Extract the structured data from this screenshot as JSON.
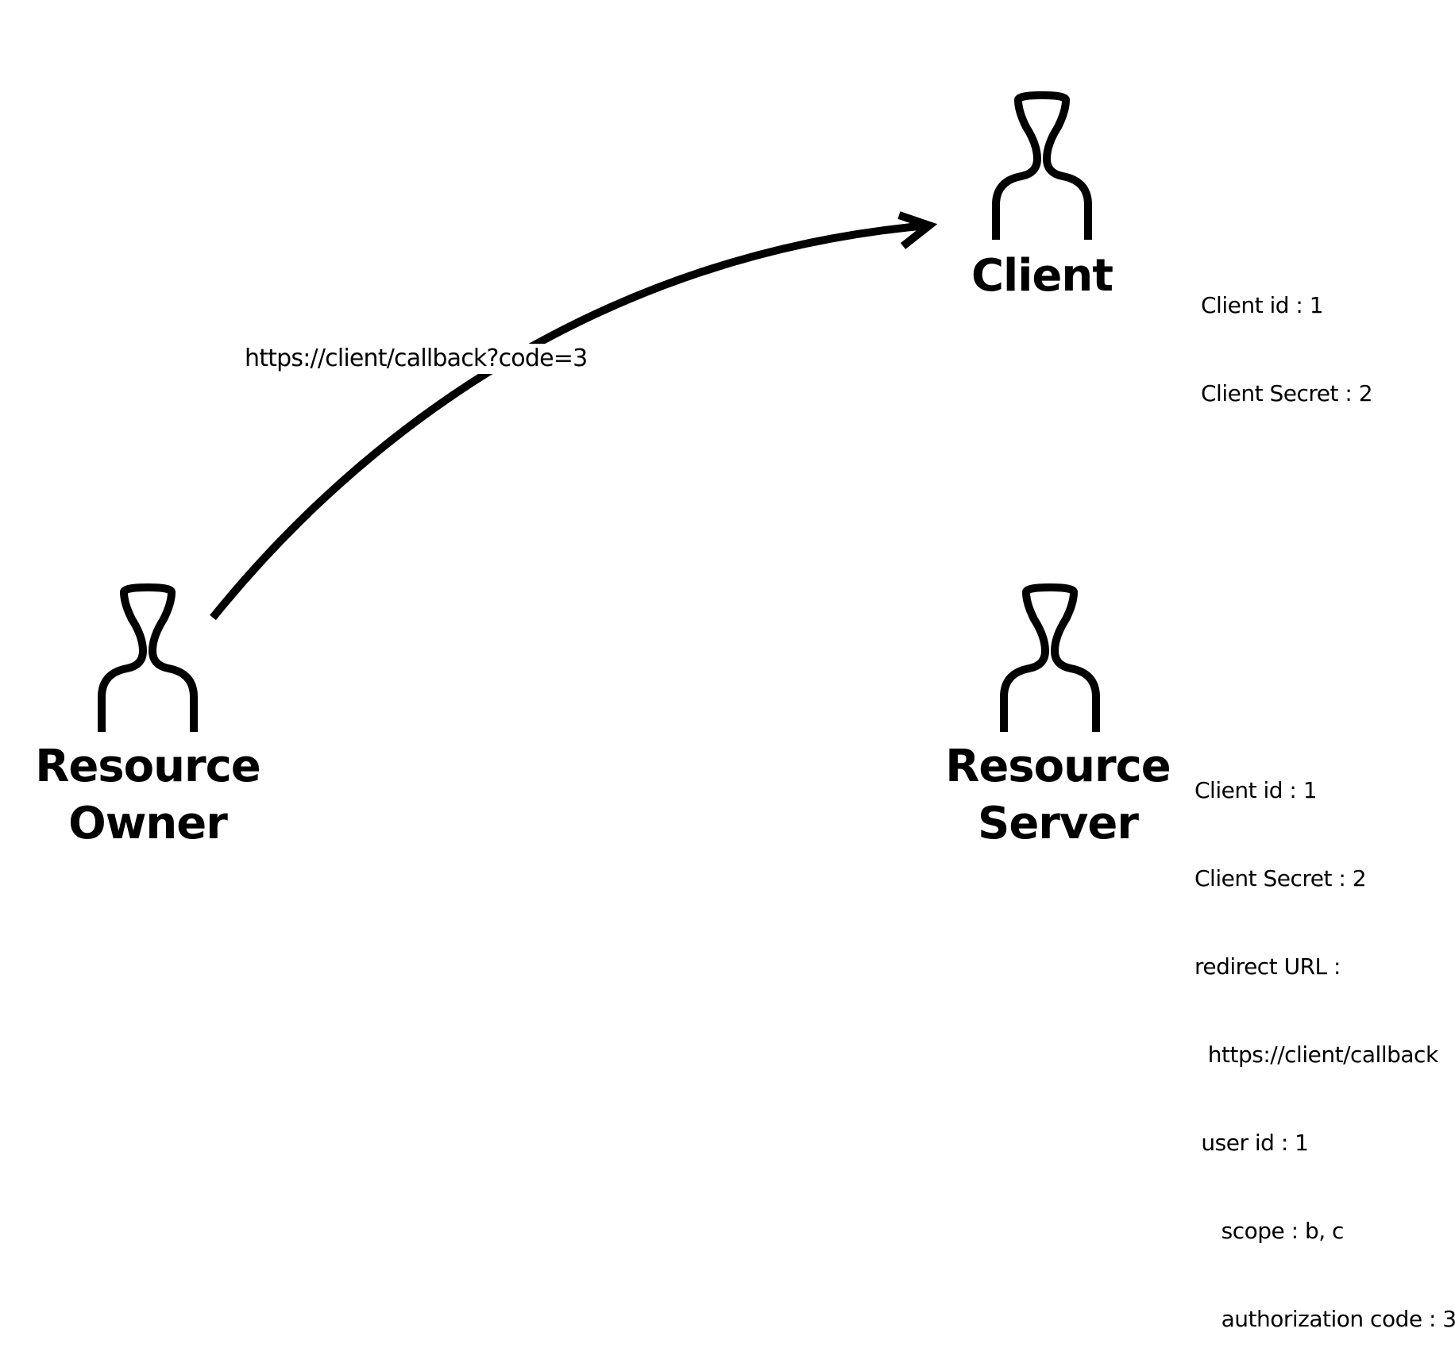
{
  "actors": {
    "client": {
      "name": "Client",
      "icon": "person-icon"
    },
    "resource_owner": {
      "name_line1": "Resource",
      "name_line2": "Owner",
      "icon": "person-icon"
    },
    "resource_server": {
      "name_line1": "Resource",
      "name_line2": "Server",
      "icon": "person-icon"
    }
  },
  "client_info": {
    "lines": [
      "Client id : 1",
      "Client Secret : 2"
    ]
  },
  "server_info": {
    "lines": [
      "Client id : 1",
      "Client Secret : 2",
      "redirect URL :",
      "  https://client/callback",
      " user id : 1",
      "    scope : b, c",
      "    authorization code : 3"
    ]
  },
  "edges": [
    {
      "from": "resource_owner",
      "to": "client",
      "label": "https://client/callback?code=3",
      "arrow": "arrowhead-open"
    }
  ],
  "colors": {
    "stroke": "#000000",
    "background": "#ffffff"
  }
}
